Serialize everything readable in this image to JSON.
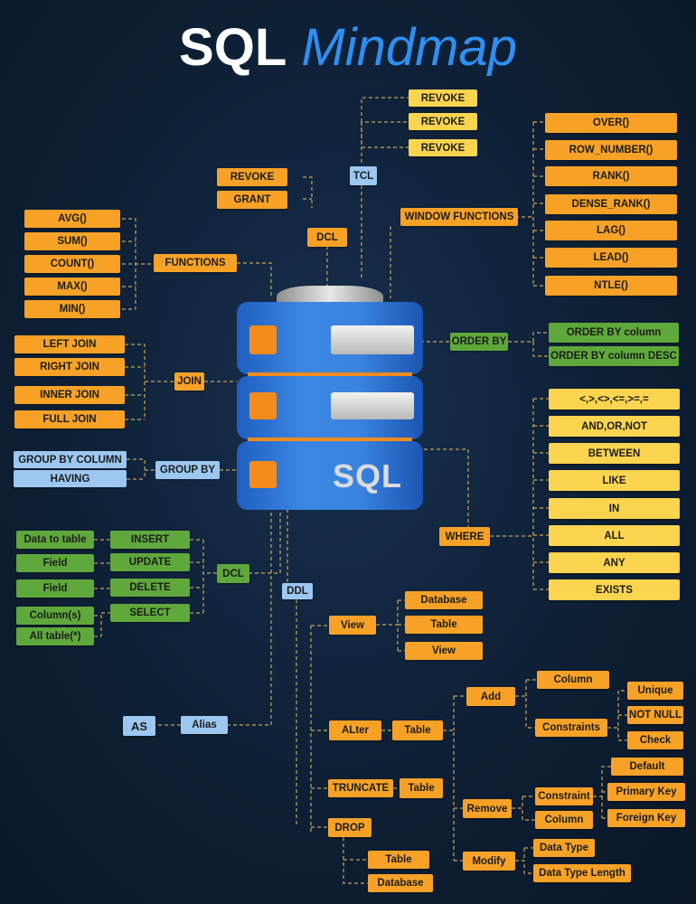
{
  "title": {
    "part1": "SQL",
    "part2": "Mindmap"
  },
  "database_label": "SQL",
  "colors": {
    "orange": "#f7a227",
    "yellow": "#fbd54f",
    "green": "#5fa83b",
    "blue": "#9cc7f0",
    "background": "#0f2239",
    "title_accent": "#2f8ff0"
  },
  "tcl": {
    "label": "TCL",
    "items": [
      "REVOKE",
      "REVOKE",
      "REVOKE"
    ]
  },
  "dcl_top": {
    "label": "DCL",
    "items": [
      "REVOKE",
      "GRANT"
    ]
  },
  "window_functions": {
    "label": "WINDOW FUNCTIONS",
    "items": [
      "OVER()",
      "ROW_NUMBER()",
      "RANK()",
      "DENSE_RANK()",
      "LAG()",
      "LEAD()",
      "NTLE()"
    ]
  },
  "functions": {
    "label": "FUNCTIONS",
    "items": [
      "AVG()",
      "SUM()",
      "COUNT()",
      "MAX()",
      "MIN()"
    ]
  },
  "order_by": {
    "label": "ORDER BY",
    "items": [
      "ORDER BY column",
      "ORDER BY column DESC"
    ]
  },
  "join": {
    "label": "JOIN",
    "items": [
      "LEFT JOIN",
      "RIGHT JOIN",
      "INNER JOIN",
      "FULL JOIN"
    ]
  },
  "group_by": {
    "label": "GROUP BY",
    "items": [
      "GROUP BY COLUMN",
      "HAVING"
    ]
  },
  "where": {
    "label": "WHERE",
    "items": [
      "<,>,<>,<=,>=,=",
      "AND,OR,NOT",
      "BETWEEN",
      "LIKE",
      "IN",
      "ALL",
      "ANY",
      "EXISTS"
    ]
  },
  "dcl_bottom": {
    "label": "DCL",
    "commands": [
      "INSERT",
      "UPDATE",
      "DELETE",
      "SELECT"
    ],
    "targets": [
      "Data to table",
      "Field",
      "Field",
      "Column(s)",
      "All table(*)"
    ]
  },
  "ddl": {
    "label": "DDL",
    "view": {
      "label": "View",
      "items": [
        "Database",
        "Table",
        "View"
      ]
    },
    "alter": {
      "label": "ALter",
      "table": "Table",
      "add": {
        "label": "Add",
        "column": "Column",
        "constraints": "Constraints",
        "constraint_types": [
          "Unique",
          "NOT NULL",
          "Check",
          "Default",
          "Primary Key",
          "Foreign Key"
        ]
      },
      "remove": {
        "label": "Remove",
        "items": [
          "Constraint",
          "Column"
        ]
      },
      "modify": {
        "label": "Modify",
        "items": [
          "Data Type",
          "Data Type Length"
        ]
      }
    },
    "truncate": {
      "label": "TRUNCATE",
      "table": "Table"
    },
    "drop": {
      "label": "DROP",
      "items": [
        "Table",
        "Database"
      ]
    }
  },
  "alias": {
    "label": "Alias",
    "keyword": "AS"
  }
}
